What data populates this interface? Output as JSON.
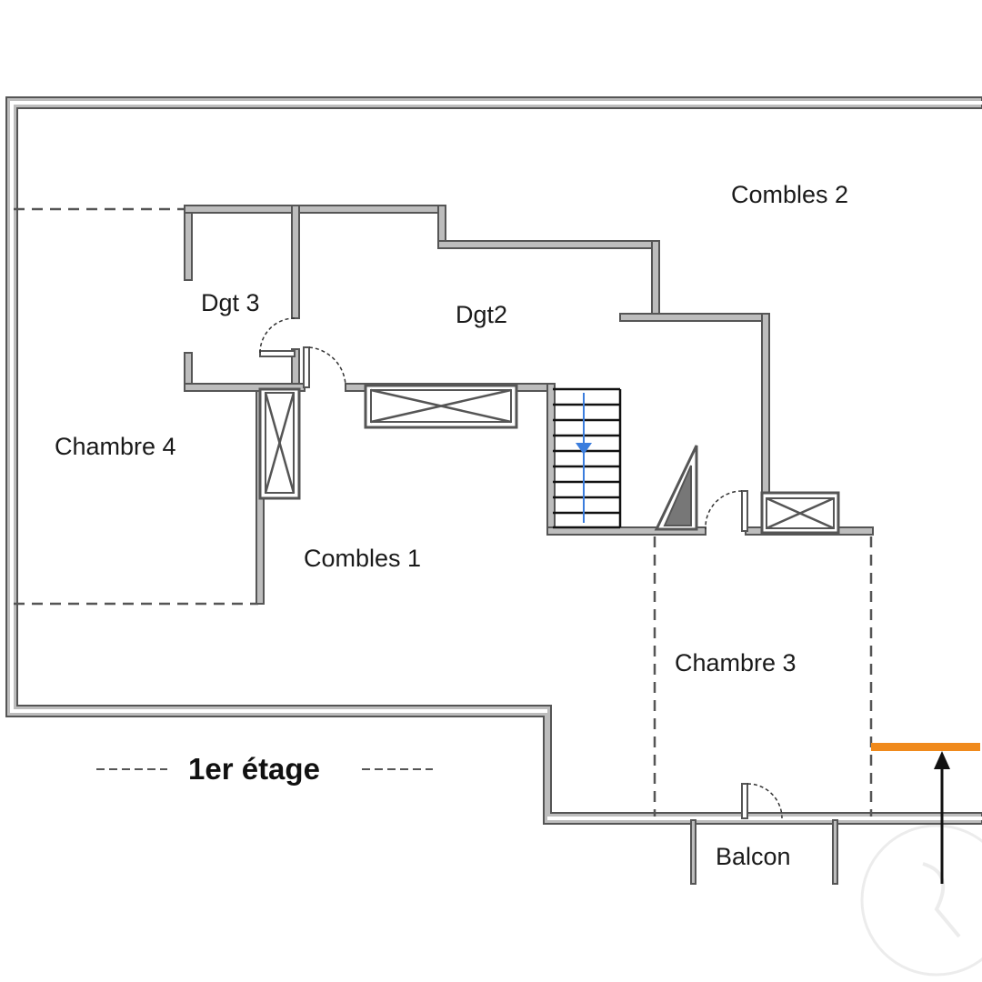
{
  "floor": {
    "title": "1er étage"
  },
  "rooms": {
    "combles_2": "Combles 2",
    "dgt_3": "Dgt 3",
    "dgt_2": "Dgt2",
    "chambre_4": "Chambre 4",
    "combles_1": "Combles 1",
    "chambre_3": "Chambre 3",
    "balcon": "Balcon"
  },
  "colors": {
    "wall": "#555555",
    "stair_arrow": "#3b7ddd",
    "entry_marker": "#f08a1c",
    "entry_arrow": "#111111"
  },
  "icons": {
    "stair_direction": "arrow-down-icon",
    "entry_direction": "arrow-up-icon",
    "watermark": "circular-logo-watermark"
  }
}
